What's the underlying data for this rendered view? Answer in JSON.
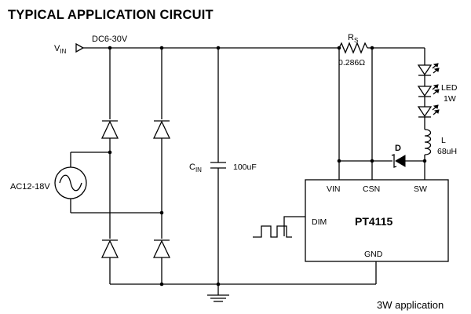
{
  "title": "TYPICAL APPLICATION CIRCUIT",
  "labels": {
    "vin": "V",
    "vin_sub": "IN",
    "dc_range": "DC6-30V",
    "ac_source": "AC12-18V",
    "cin": "C",
    "cin_sub": "IN",
    "cin_value": "100uF",
    "rs": "R",
    "rs_sub": "S",
    "rs_value": "0.286Ω",
    "led": "LED",
    "led_power": "1W",
    "inductor": "L",
    "inductor_value": "68uH",
    "diode": "D",
    "chip_name": "PT4115",
    "pin_vin": "VIN",
    "pin_csn": "CSN",
    "pin_sw": "SW",
    "pin_dim": "DIM",
    "pin_gnd": "GND",
    "footer": "3W application"
  }
}
